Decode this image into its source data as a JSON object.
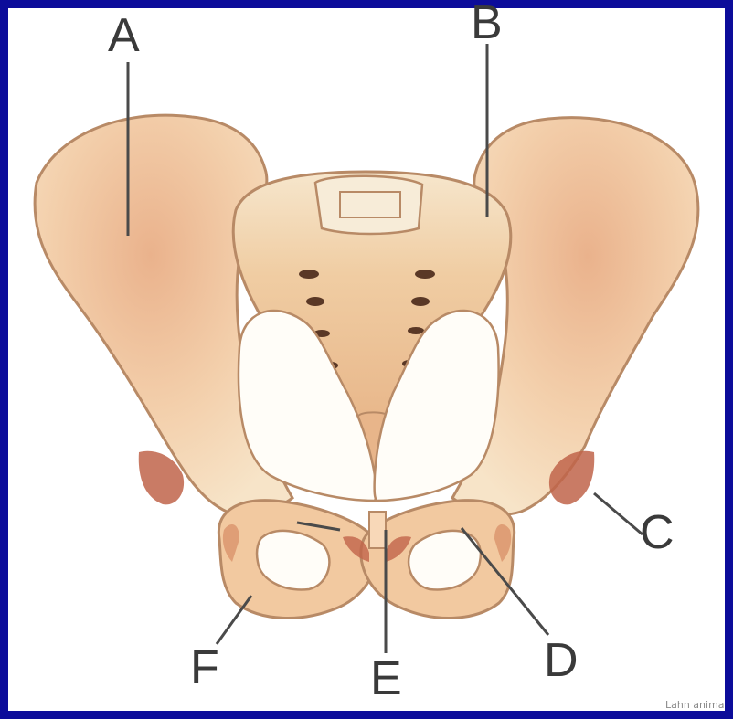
{
  "labels": {
    "a": "A",
    "b": "B",
    "c": "C",
    "d": "D",
    "e": "E",
    "f": "F"
  },
  "credit": "Lahn anima",
  "colors": {
    "frame": "#0c0c9a",
    "background": "#ffffff",
    "bone_light": "#f6e3c4",
    "bone_mid": "#f0c9a0",
    "bone_dark": "#e2a478",
    "outline": "#b88a66",
    "shadow": "#c0644a",
    "leader_line": "#4a4a4a"
  }
}
